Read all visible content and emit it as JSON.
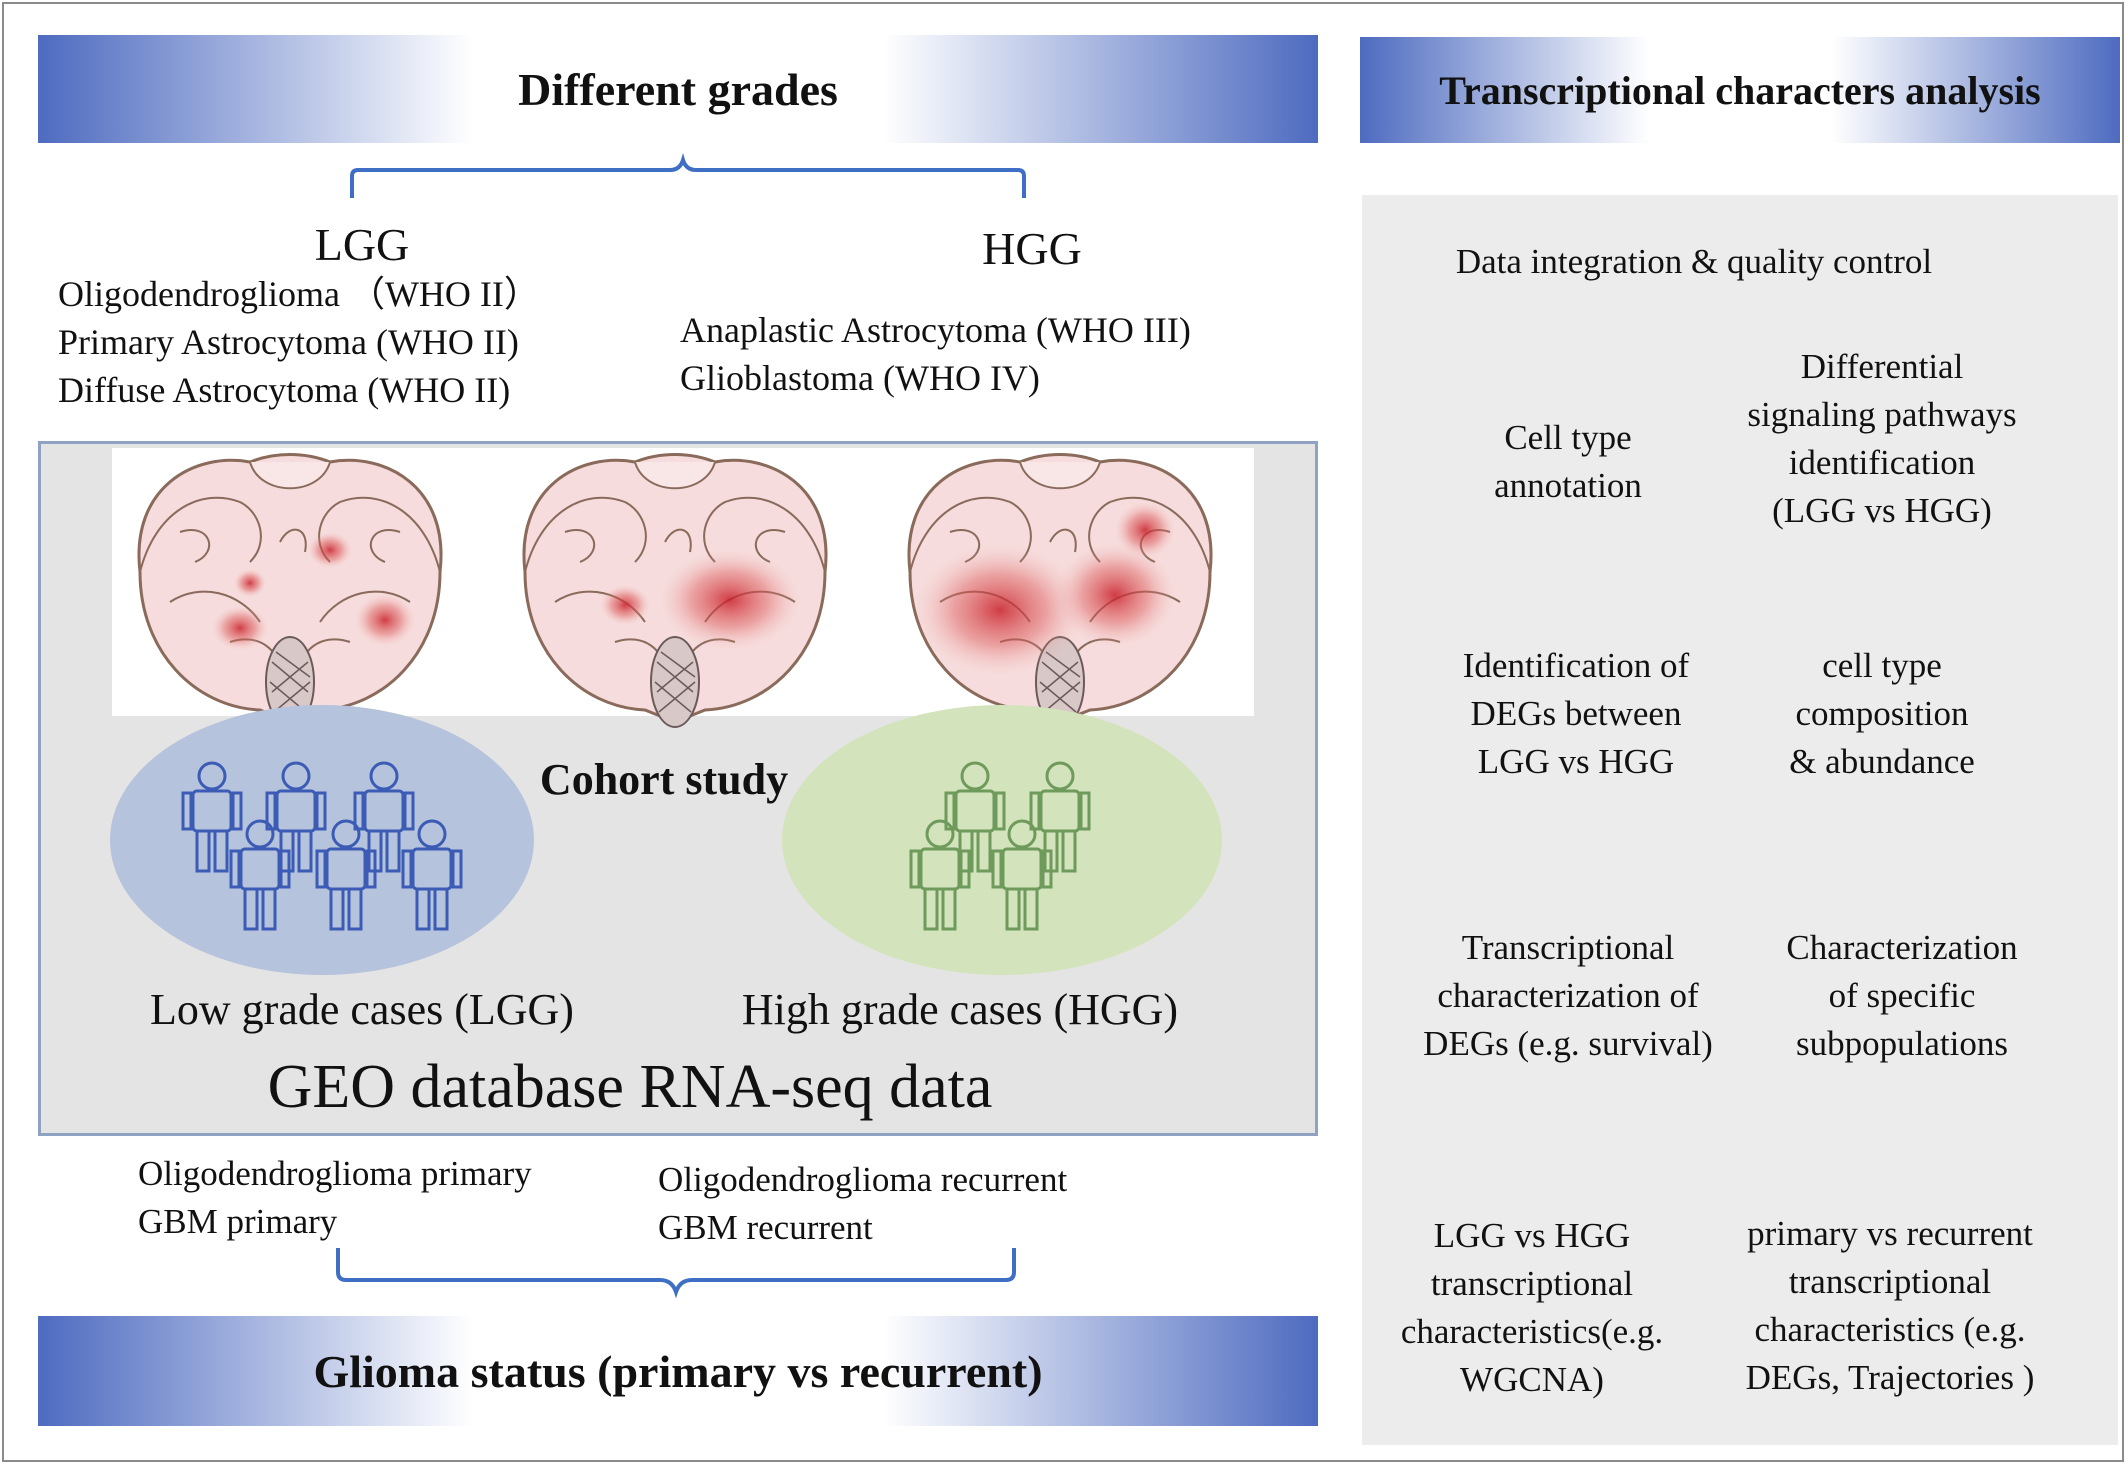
{
  "banners": {
    "grades": "Different grades",
    "status": "Glioma status (primary vs recurrent)",
    "transcriptional": "Transcriptional characters analysis"
  },
  "grades": {
    "lgg": {
      "title": "LGG",
      "items": [
        "Oligodendroglioma （WHO II）",
        "Primary Astrocytoma (WHO II)",
        "Diffuse Astrocytoma (WHO II)"
      ]
    },
    "hgg": {
      "title": "HGG",
      "items": [
        "Anaplastic Astrocytoma (WHO III)",
        "Glioblastoma (WHO IV)"
      ]
    }
  },
  "cohort": {
    "title": "Cohort study",
    "low_label": "Low grade cases (LGG)",
    "high_label": "High grade cases (HGG)",
    "database_label": "GEO database RNA-seq data",
    "colors": {
      "low_group": "#3b5bb5",
      "high_group": "#6e9a5c",
      "low_ellipse": "#b6c3dd",
      "high_ellipse": "#d3e3bb"
    }
  },
  "status": {
    "primary": [
      "Oligodendroglioma  primary",
      "GBM primary"
    ],
    "recurrent": [
      "Oligodendroglioma  recurrent",
      "GBM recurrent"
    ]
  },
  "flow": {
    "data_integration": "Data integration  & quality  control",
    "cell_type_annotation": [
      "Cell type",
      "annotation"
    ],
    "differential_pathways": [
      "Differential",
      "signaling  pathways",
      "identification",
      "(LGG vs HGG)"
    ],
    "identification_degs": [
      "Identification  of",
      "DEGs between",
      "LGG vs HGG"
    ],
    "composition": [
      "cell  type",
      "composition",
      "& abundance"
    ],
    "transcriptional_characterization": [
      "Transcriptional",
      "characterization  of",
      "DEGs (e.g.  survival)"
    ],
    "characterization_subpopulations": [
      "Characterization",
      "of specific",
      "subpopulations"
    ],
    "lgg_vs_hgg_characteristics": [
      "LGG vs HGG",
      "transcriptional",
      "characteristics(e.g.",
      "WGCNA)"
    ],
    "primary_vs_recurrent_characteristics": [
      "primary  vs recurrent",
      "transcriptional",
      "characteristics  (e.g.",
      "DEGs, Trajectories   )"
    ],
    "arrow_color": "#3f6fc4"
  }
}
